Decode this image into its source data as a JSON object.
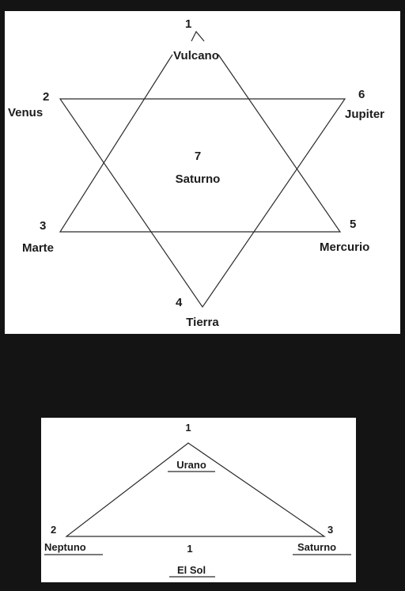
{
  "star": {
    "nodes": [
      {
        "number": "1",
        "name": "Vulcano"
      },
      {
        "number": "2",
        "name": "Venus"
      },
      {
        "number": "3",
        "name": "Marte"
      },
      {
        "number": "4",
        "name": "Tierra"
      },
      {
        "number": "5",
        "name": "Mercurio"
      },
      {
        "number": "6",
        "name": "Jupiter"
      },
      {
        "number": "7",
        "name": "Saturno"
      }
    ]
  },
  "triangle": {
    "nodes": [
      {
        "number": "1",
        "name": "Urano"
      },
      {
        "number": "2",
        "name": "Neptuno"
      },
      {
        "number": "3",
        "name": "Saturno"
      },
      {
        "number": "1",
        "name": "El Sol"
      }
    ]
  },
  "colors": {
    "background": "#141414",
    "panel": "#ffffff",
    "ink": "#1c1c1c"
  }
}
